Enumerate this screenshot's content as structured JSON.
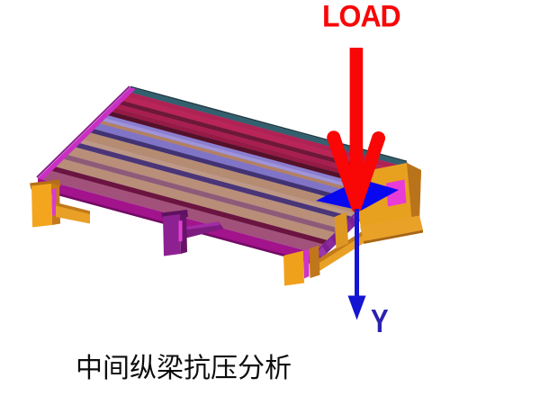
{
  "annotations": {
    "load_label": "LOAD",
    "axis_label": "Y"
  },
  "title": {
    "caption": "中间纵梁抗压分析"
  },
  "colors": {
    "background": "#ffffff",
    "load_red": "#f90606",
    "axis_blue": "#1414d2",
    "load_patch_blue": "#0808f0",
    "axis_label_blue": "#2a22ae",
    "caption_black": "#0d0d0d",
    "leg_orange": "#f0a11c",
    "leg_orange_light": "#f3a51d",
    "leg_orange_shade": "#c0761a",
    "leg_orange_shade2": "#c5791b",
    "leg_top_lip": "#b56f18",
    "rail_orange": "#e9a026",
    "rail_lip": "#c27a1a",
    "post_orange": "#de9822",
    "frame_orange": "#e8a01f",
    "frame_orange_shade": "#b9731b",
    "foot_orange": "#eaa128",
    "foot_shade": "#a86612",
    "mid_leg_purple": "#8e2192",
    "mid_leg_purple_shade": "#671468",
    "mid_leg_top_lip": "#5e1160",
    "mid_flange": "#7d1b80",
    "mid_flange_lip": "#a32ba6",
    "window_magenta": "#e83cd8",
    "window_border": "#70106a",
    "sliver_magenta": "#d93bd0",
    "sliver_magenta2": "#e040d4",
    "sliver_magenta3": "#cf35c5",
    "edge_magenta_bright": "#cb2ec4",
    "front_band_magenta": "#a2138c",
    "front_band_shadow": "#700c62",
    "cap_band_purple": "#7e2090",
    "deck_base": "#8d7fd0",
    "back_edge_line": "#1e3a42",
    "nw_edge_line": "#8e1f8e"
  },
  "pallet": {
    "deck_stripes": [
      {
        "from": 0.0,
        "to": 0.045,
        "color": "#33606e"
      },
      {
        "from": 0.045,
        "to": 0.09,
        "color": "#b02253"
      },
      {
        "from": 0.09,
        "to": 0.135,
        "color": "#bb2456"
      },
      {
        "from": 0.135,
        "to": 0.175,
        "color": "#6f1736"
      },
      {
        "from": 0.175,
        "to": 0.215,
        "color": "#a81e4e"
      },
      {
        "from": 0.215,
        "to": 0.255,
        "color": "#951a44"
      },
      {
        "from": 0.255,
        "to": 0.295,
        "color": "#541129"
      },
      {
        "from": 0.295,
        "to": 0.325,
        "color": "#8b7ecf"
      },
      {
        "from": 0.325,
        "to": 0.355,
        "color": "#a095da"
      },
      {
        "from": 0.355,
        "to": 0.385,
        "color": "#b28164"
      },
      {
        "from": 0.385,
        "to": 0.445,
        "color": "#8074c6"
      },
      {
        "from": 0.445,
        "to": 0.485,
        "color": "#413272"
      },
      {
        "from": 0.485,
        "to": 0.56,
        "color": "#b58c72"
      },
      {
        "from": 0.56,
        "to": 0.6,
        "color": "#bd9884"
      },
      {
        "from": 0.6,
        "to": 0.645,
        "color": "#4a3578"
      },
      {
        "from": 0.645,
        "to": 0.73,
        "color": "#b98f7a"
      },
      {
        "from": 0.73,
        "to": 0.775,
        "color": "#8d5b78"
      },
      {
        "from": 0.775,
        "to": 0.86,
        "color": "#b88e78"
      },
      {
        "from": 0.86,
        "to": 0.905,
        "color": "#6b1440"
      },
      {
        "from": 0.905,
        "to": 1.0,
        "color": "#a2517a"
      }
    ],
    "end_caps": [
      {
        "f": 0.03,
        "color": "#9a37ac"
      },
      {
        "f": 0.125,
        "color": "#8a2b9c"
      },
      {
        "f": 0.22,
        "color": "#9a37ac"
      },
      {
        "f": 0.315,
        "color": "#8a2b9c"
      },
      {
        "f": 0.41,
        "color": "#9a37ac"
      },
      {
        "f": 0.505,
        "color": "#8a2b9c"
      },
      {
        "f": 0.6,
        "color": "#9a37ac"
      },
      {
        "f": 0.695,
        "color": "#8a2b9c"
      },
      {
        "f": 0.79,
        "color": "#9a37ac"
      },
      {
        "f": 0.885,
        "color": "#c44ec6"
      }
    ]
  }
}
